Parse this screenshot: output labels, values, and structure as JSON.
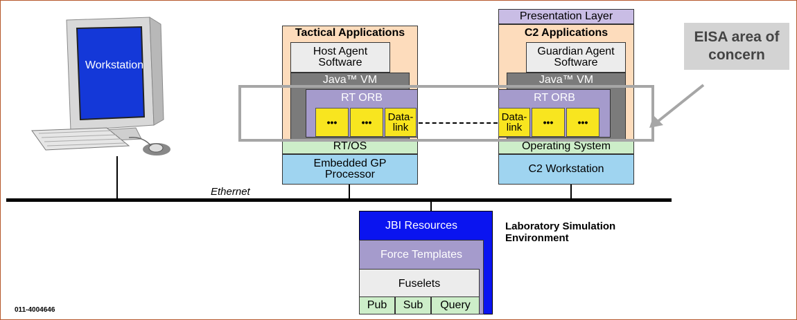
{
  "workstation": {
    "screen_label": "Workstation"
  },
  "tactical": {
    "title": "Tactical Applications",
    "agent": "Host Agent Software",
    "jvm": "Java™ VM",
    "orb": "RT ORB",
    "ellipsis": "•••",
    "datalink": "Data-link",
    "os": "RT/OS",
    "processor": "Embedded GP Processor"
  },
  "c2": {
    "presentation": "Presentation Layer",
    "title": "C2 Applications",
    "agent": "Guardian Agent Software",
    "jvm": "Java™ VM",
    "orb": "RT ORB",
    "ellipsis": "•••",
    "datalink": "Data-link",
    "os": "Operating System",
    "workstation": "C2 Workstation"
  },
  "eisa": {
    "label": "EISA area of concern"
  },
  "network": {
    "label": "Ethernet"
  },
  "lab": {
    "label": "Laboratory Simulation Environment",
    "jbi": "JBI Resources",
    "force": "Force Templates",
    "fuselets": "Fuselets",
    "pub": "Pub",
    "sub": "Sub",
    "query": "Query"
  },
  "footer": {
    "doc_id": "011-4004646"
  },
  "colors": {
    "peach": "#fddcbc",
    "lavender": "#a59bcc",
    "yellow": "#f8e51f",
    "green": "#cdeec9",
    "blue": "#9fd4f0",
    "jbi_blue": "#0a14f0",
    "eisa_gray": "#a6a6a6"
  }
}
